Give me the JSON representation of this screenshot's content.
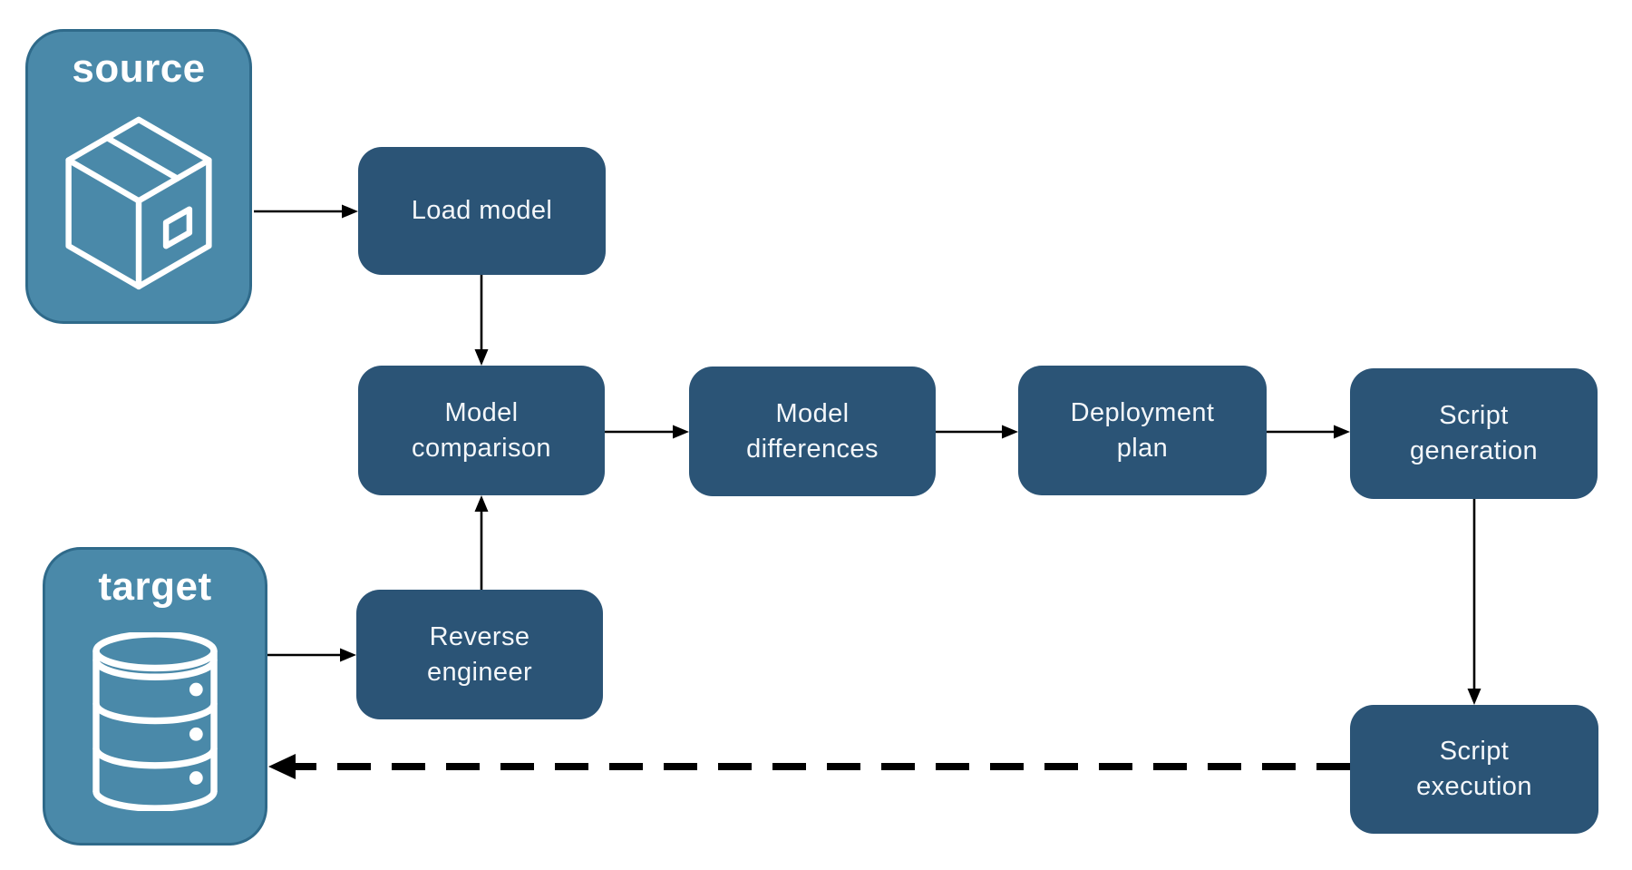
{
  "colors": {
    "background": "#ffffff",
    "entity_fill": "#4a89a9",
    "entity_border": "#2f6a8a",
    "entity_text": "#ffffff",
    "node_fill": "#2b5476",
    "node_text": "#f4f7fa",
    "arrow": "#000000"
  },
  "source": {
    "label": "source",
    "icon": "package-icon"
  },
  "target": {
    "label": "target",
    "icon": "database-icon"
  },
  "nodes": {
    "load_model": {
      "lines": [
        "Load model"
      ]
    },
    "model_comparison": {
      "lines": [
        "Model",
        "comparison"
      ]
    },
    "model_differences": {
      "lines": [
        "Model",
        "differences"
      ]
    },
    "deployment_plan": {
      "lines": [
        "Deployment",
        "plan"
      ]
    },
    "script_generation": {
      "lines": [
        "Script",
        "generation"
      ]
    },
    "reverse_engineer": {
      "lines": [
        "Reverse",
        "engineer"
      ]
    },
    "script_execution": {
      "lines": [
        "Script",
        "execution"
      ]
    }
  },
  "edges": [
    {
      "from": "source",
      "to": "load_model",
      "style": "solid"
    },
    {
      "from": "load_model",
      "to": "model_comparison",
      "style": "solid"
    },
    {
      "from": "model_comparison",
      "to": "model_differences",
      "style": "solid"
    },
    {
      "from": "model_differences",
      "to": "deployment_plan",
      "style": "solid"
    },
    {
      "from": "deployment_plan",
      "to": "script_generation",
      "style": "solid"
    },
    {
      "from": "script_generation",
      "to": "script_execution",
      "style": "solid"
    },
    {
      "from": "reverse_engineer",
      "to": "model_comparison",
      "style": "solid"
    },
    {
      "from": "target",
      "to": "reverse_engineer",
      "style": "solid"
    },
    {
      "from": "script_execution",
      "to": "target",
      "style": "dashed"
    }
  ]
}
